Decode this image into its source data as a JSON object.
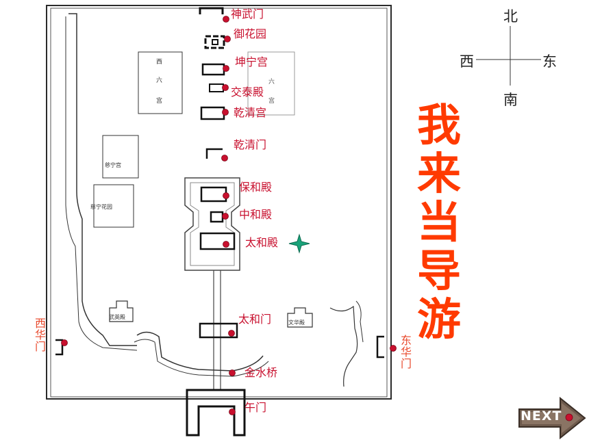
{
  "map": {
    "landmarks": [
      {
        "id": "shenwumen",
        "label": "神武门"
      },
      {
        "id": "yuhuayuan",
        "label": "御花园"
      },
      {
        "id": "kunninggong",
        "label": "坤宁宫"
      },
      {
        "id": "jiaotaidian",
        "label": "交泰殿"
      },
      {
        "id": "qianqinggong",
        "label": "乾清宫"
      },
      {
        "id": "qianqingmen",
        "label": "乾清门"
      },
      {
        "id": "baohedian",
        "label": "保和殿"
      },
      {
        "id": "zhonghedian",
        "label": "中和殿"
      },
      {
        "id": "taihedian",
        "label": "太和殿"
      },
      {
        "id": "taihemen",
        "label": "太和门"
      },
      {
        "id": "jinshuiqiao",
        "label": "金水桥"
      },
      {
        "id": "wumen",
        "label": "午门"
      }
    ],
    "side_gates": {
      "west": "西华门",
      "east": "东华门"
    },
    "buildings": {
      "west_six_palaces": [
        "西",
        "六",
        "宫"
      ],
      "east_six_palaces": [
        "六",
        "宫"
      ],
      "cining_palace": "慈宁宫",
      "cining_garden": "慈宁花园",
      "wuying_hall": "武英殿",
      "wenhua_hall": "文华殿"
    },
    "current_marker": "star"
  },
  "compass": {
    "north": "北",
    "south": "南",
    "east": "东",
    "west": "西"
  },
  "slogan": "我来当导游",
  "nav": {
    "next_label": "NEXT"
  },
  "colors": {
    "label": "#c8102e",
    "slogan": "#ff3a00",
    "pin": "#c8102e",
    "star": "#1aa37a"
  }
}
